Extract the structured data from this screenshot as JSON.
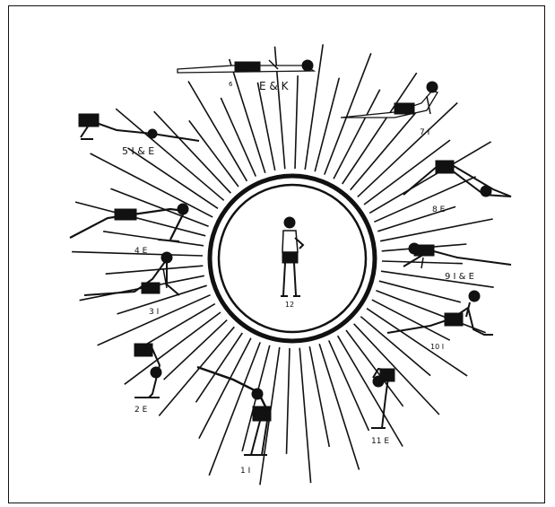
{
  "diagram": {
    "colors": {
      "ink": "#111111",
      "paper": "#ffffff"
    },
    "center_label": "12",
    "poses": [
      {
        "id": "p1",
        "label": "1 I"
      },
      {
        "id": "p2",
        "label": "2 E"
      },
      {
        "id": "p3",
        "label": "3 I"
      },
      {
        "id": "p4",
        "label": "4 E"
      },
      {
        "id": "p5",
        "label": "5 I & E"
      },
      {
        "id": "p6",
        "label": "6"
      },
      {
        "id": "p6b",
        "label": "E & K"
      },
      {
        "id": "p7",
        "label": "7 I"
      },
      {
        "id": "p8",
        "label": "8 E"
      },
      {
        "id": "p9",
        "label": "9 I & E"
      },
      {
        "id": "p10",
        "label": "10 I"
      },
      {
        "id": "p11",
        "label": "11 E"
      }
    ]
  }
}
